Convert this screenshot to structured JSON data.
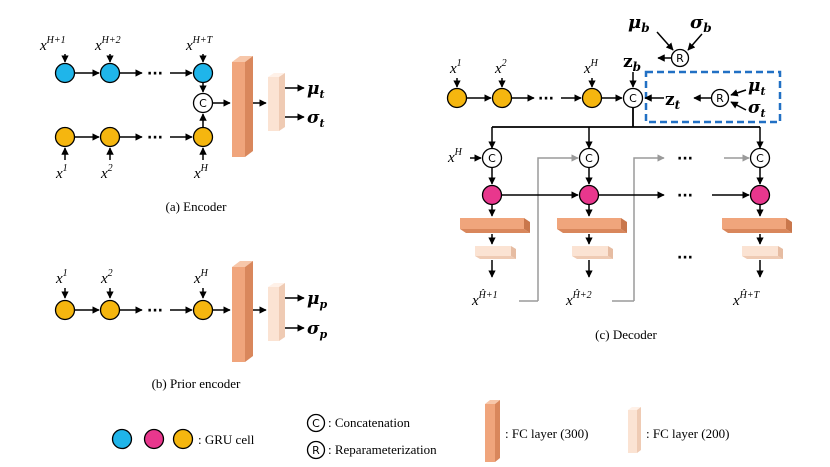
{
  "colors": {
    "gru_blue": "#1fb5ea",
    "gru_pink": "#e8378d",
    "gru_yellow": "#f5b60f",
    "fc300": "#f0a57c",
    "fc200": "#fbe3d3",
    "dashed_box": "#2170c4",
    "gray_arrow": "#9a9a9a"
  },
  "encoder": {
    "caption": "(a) Encoder",
    "top_labels": [
      "x^{H+1}",
      "x^{H+2}",
      "x^{H+T}"
    ],
    "bottom_labels": [
      "x^1",
      "x^2",
      "x^H"
    ],
    "out_mu": "μ_t",
    "out_sigma": "σ_t",
    "concat_symbol": "C"
  },
  "prior": {
    "caption": "(b) Prior encoder",
    "labels": [
      "x^1",
      "x^2",
      "x^H"
    ],
    "out_mu": "μ_p",
    "out_sigma": "σ_p"
  },
  "decoder": {
    "caption": "(c) Decoder",
    "input_labels": [
      "x^1",
      "x^2",
      "x^H"
    ],
    "z_b": "z_b",
    "z_t": "z_t",
    "mu_b": "μ_b",
    "sigma_b": "σ_b",
    "mu_t": "μ_t",
    "sigma_t": "σ_t",
    "step_input": "x^H",
    "outputs": [
      "x^{Ĥ+1}",
      "x^{Ĥ+2}",
      "x^{Ĥ+T}"
    ],
    "reparam_symbol": "R",
    "concat_symbol": "C"
  },
  "legend": {
    "gru_label": ": GRU cell",
    "concat_label": ": Concatenation",
    "reparam_label": ": Reparameterization",
    "fc300_label": ": FC layer (300)",
    "fc200_label": ": FC layer (200)"
  }
}
